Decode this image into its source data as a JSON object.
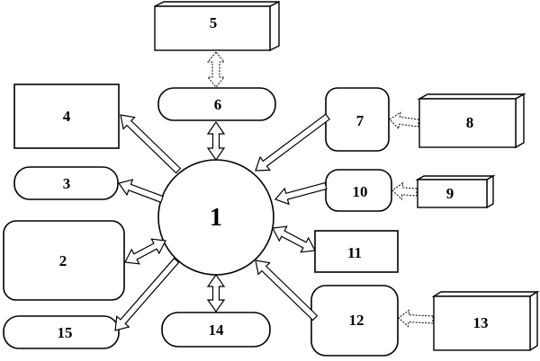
{
  "nodes": {
    "n1": "1",
    "n2": "2",
    "n3": "3",
    "n4": "4",
    "n5": "5",
    "n6": "6",
    "n7": "7",
    "n8": "8",
    "n9": "9",
    "n10": "10",
    "n11": "11",
    "n12": "12",
    "n13": "13",
    "n14": "14",
    "n15": "15"
  }
}
